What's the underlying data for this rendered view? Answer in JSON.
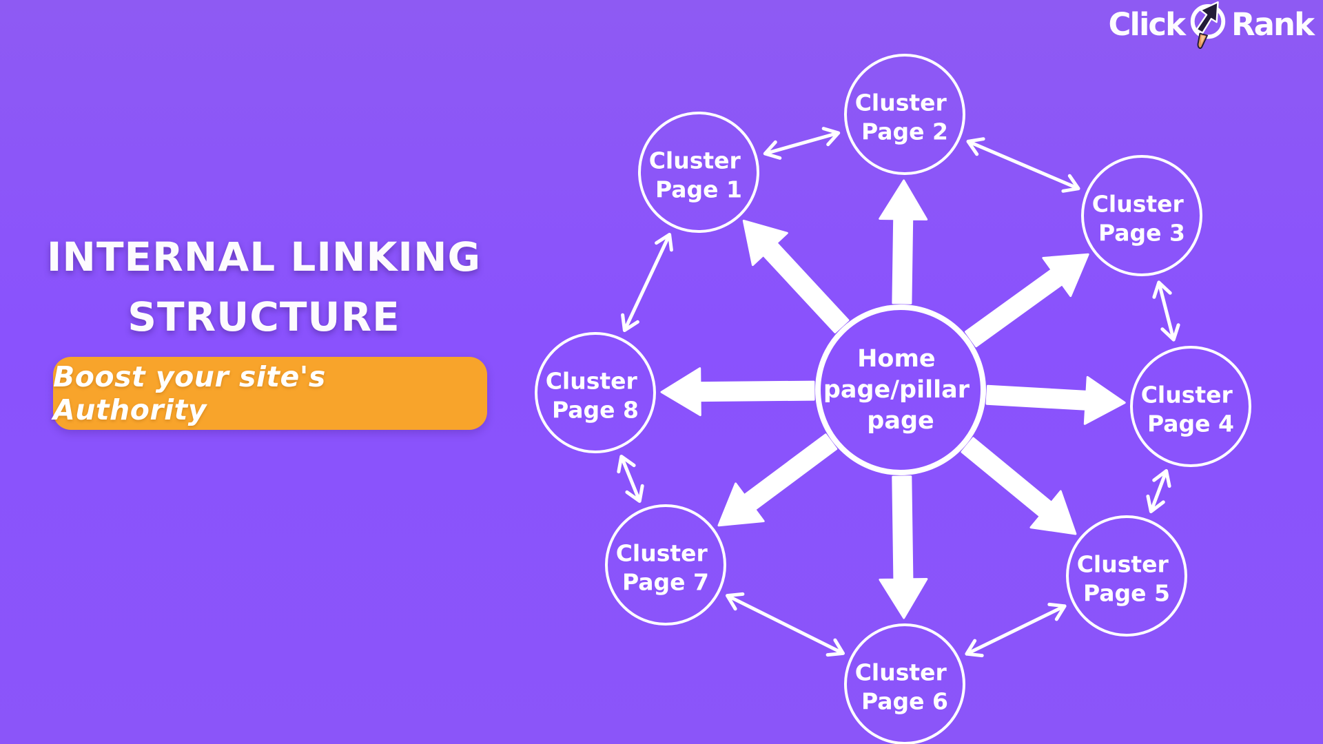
{
  "logo": {
    "word1": "Click",
    "word2": "Rank",
    "icon": "rocket-cursor-icon"
  },
  "headline": {
    "line1": "INTERNAL LINKING",
    "line2": "STRUCTURE"
  },
  "tagline": {
    "text": "Boost your site's Authority"
  },
  "colors": {
    "background_purple": "#8B54FA",
    "accent_orange": "#F8A42B",
    "foreground_white": "#FFFFFF",
    "logo_rocket_dark": "#221C38",
    "logo_flame_orange": "#E8995C"
  },
  "diagram": {
    "hub": {
      "id": "hub",
      "label": "Home page/pillar page",
      "lines": [
        "Home",
        "page/pillar",
        "page"
      ]
    },
    "clusters": [
      {
        "id": "cluster-1",
        "label": "Cluster Page 1",
        "lines": [
          "Cluster",
          "Page 1"
        ]
      },
      {
        "id": "cluster-2",
        "label": "Cluster Page 2",
        "lines": [
          "Cluster",
          "Page 2"
        ]
      },
      {
        "id": "cluster-3",
        "label": "Cluster Page 3",
        "lines": [
          "Cluster",
          "Page 3"
        ]
      },
      {
        "id": "cluster-4",
        "label": "Cluster Page 4",
        "lines": [
          "Cluster",
          "Page 4"
        ]
      },
      {
        "id": "cluster-5",
        "label": "Cluster Page 5",
        "lines": [
          "Cluster",
          "Page 5"
        ]
      },
      {
        "id": "cluster-6",
        "label": "Cluster Page 6",
        "lines": [
          "Cluster",
          "Page 6"
        ]
      },
      {
        "id": "cluster-7",
        "label": "Cluster Page 7",
        "lines": [
          "Cluster",
          "Page 7"
        ]
      },
      {
        "id": "cluster-8",
        "label": "Cluster Page 8",
        "lines": [
          "Cluster",
          "Page 8"
        ]
      }
    ],
    "links": [
      {
        "from": "hub",
        "to": "cluster-1",
        "style": "thick-one-way"
      },
      {
        "from": "hub",
        "to": "cluster-2",
        "style": "thick-one-way"
      },
      {
        "from": "hub",
        "to": "cluster-3",
        "style": "thick-one-way"
      },
      {
        "from": "hub",
        "to": "cluster-4",
        "style": "thick-one-way"
      },
      {
        "from": "hub",
        "to": "cluster-5",
        "style": "thick-one-way"
      },
      {
        "from": "hub",
        "to": "cluster-6",
        "style": "thick-one-way"
      },
      {
        "from": "hub",
        "to": "cluster-7",
        "style": "thick-one-way"
      },
      {
        "from": "hub",
        "to": "cluster-8",
        "style": "thick-one-way"
      },
      {
        "from": "cluster-1",
        "to": "cluster-2",
        "style": "thin-two-way"
      },
      {
        "from": "cluster-2",
        "to": "cluster-3",
        "style": "thin-two-way"
      },
      {
        "from": "cluster-3",
        "to": "cluster-4",
        "style": "thin-two-way"
      },
      {
        "from": "cluster-4",
        "to": "cluster-5",
        "style": "thin-two-way"
      },
      {
        "from": "cluster-5",
        "to": "cluster-6",
        "style": "thin-two-way"
      },
      {
        "from": "cluster-6",
        "to": "cluster-7",
        "style": "thin-two-way"
      },
      {
        "from": "cluster-7",
        "to": "cluster-8",
        "style": "thin-two-way"
      },
      {
        "from": "cluster-8",
        "to": "cluster-1",
        "style": "thin-two-way"
      }
    ]
  }
}
